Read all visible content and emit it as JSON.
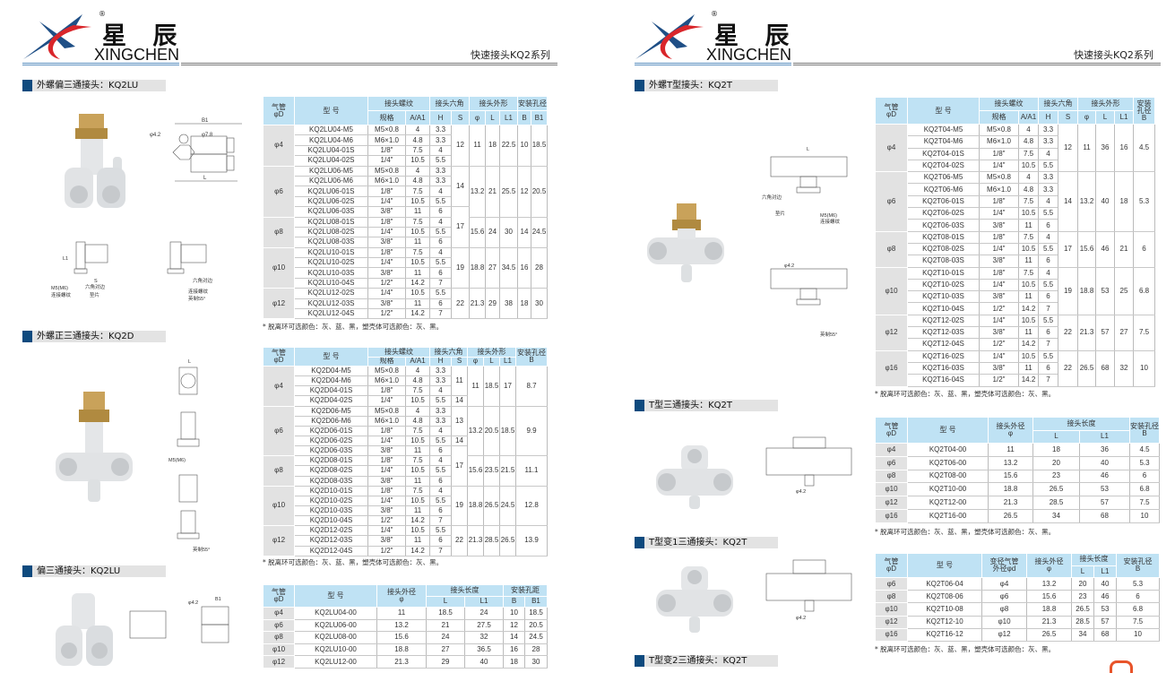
{
  "logo": {
    "cn": "星 辰",
    "en": "XINGCHEN",
    "reg": "®"
  },
  "header": {
    "series": "快速接头KQ2系列"
  },
  "sections": {
    "s1": "外螺偏三通接头：KQ2LU",
    "s2": "外螺正三通接头：KQ2D",
    "s3": "偏三通接头：KQ2LU",
    "s4": "外螺T型接头：KQ2T",
    "s5": "T型三通接头：KQ2T",
    "s6": "T型变1三通接头：KQ2T",
    "s7": "T型变2三通接头：KQ2T"
  },
  "note": "* 脱离环可选颜色：灰、蓝、黑，塑壳体可选颜色：灰、黑。",
  "drawing_labels": {
    "b1": "B1",
    "b": "B",
    "phi42": "φ4.2",
    "phi78": "φ7.8",
    "l": "L",
    "l1": "L1",
    "d": "φD",
    "s": "S",
    "hex": "六角对边",
    "m5": "M5(M6)",
    "thread": "连接螺纹",
    "washer": "垫片",
    "inch": "英制55°",
    "a": "A",
    "h": "H"
  },
  "tables": [
    {
      "id": "kq2lu-threaded",
      "head": [
        [
          {
            "t": "气管\nφD",
            "rs": 2
          },
          {
            "t": "型 号",
            "rs": 2
          },
          {
            "t": "接头螺纹",
            "cs": 2
          },
          {
            "t": "接头六角",
            "cs": 2
          },
          {
            "t": "接头外形",
            "cs": 3
          },
          {
            "t": "安装孔径",
            "cs": 2
          }
        ],
        [
          "规格",
          "A/A1",
          "H",
          "S",
          "φ",
          "L",
          "L1",
          "B",
          "B1"
        ]
      ],
      "body": [
        [
          {
            "t": "φ4",
            "rs": 4
          },
          "KQ2LU04-M5",
          "M5×0.8",
          "4",
          "3.3",
          {
            "t": "12",
            "rs": 4
          },
          {
            "t": "11",
            "rs": 4
          },
          {
            "t": "18",
            "rs": 4
          },
          {
            "t": "22.5",
            "rs": 4
          },
          {
            "t": "10",
            "rs": 4
          },
          {
            "t": "18.5",
            "rs": 4
          }
        ],
        [
          "KQ2LU04-M6",
          "M6×1.0",
          "4.8",
          "3.3"
        ],
        [
          "KQ2LU04-01S",
          "1/8\"",
          "7.5",
          "4"
        ],
        [
          "KQ2LU04-02S",
          "1/4\"",
          "10.5",
          "5.5"
        ],
        [
          {
            "t": "φ6",
            "rs": 5
          },
          "KQ2LU06-M5",
          "M5×0.8",
          "4",
          "3.3",
          {
            "t": "14",
            "rs": 4
          },
          {
            "t": "13.2",
            "rs": 5
          },
          {
            "t": "21",
            "rs": 5
          },
          {
            "t": "25.5",
            "rs": 5
          },
          {
            "t": "12",
            "rs": 5
          },
          {
            "t": "20.5",
            "rs": 5
          }
        ],
        [
          "KQ2LU06-M6",
          "M6×1.0",
          "4.8",
          "3.3"
        ],
        [
          "KQ2LU06-01S",
          "1/8\"",
          "7.5",
          "4"
        ],
        [
          "KQ2LU06-02S",
          "1/4\"",
          "10.5",
          "5.5"
        ],
        [
          "KQ2LU06-03S",
          "3/8\"",
          "11",
          "6",
          {
            "t": "17",
            "rs": 4
          }
        ],
        [
          {
            "t": "φ8",
            "rs": 3
          },
          "KQ2LU08-01S",
          "1/8\"",
          "7.5",
          "4",
          {
            "t": "15.6",
            "rs": 3
          },
          {
            "t": "24",
            "rs": 3
          },
          {
            "t": "30",
            "rs": 3
          },
          {
            "t": "14",
            "rs": 3
          },
          {
            "t": "24.5",
            "rs": 3
          }
        ],
        [
          "KQ2LU08-02S",
          "1/4\"",
          "10.5",
          "5.5"
        ],
        [
          "KQ2LU08-03S",
          "3/8\"",
          "11",
          "6"
        ],
        [
          {
            "t": "φ10",
            "rs": 4
          },
          "KQ2LU10-01S",
          "1/8\"",
          "7.5",
          "4",
          {
            "t": "19",
            "rs": 4
          },
          {
            "t": "18.8",
            "rs": 4
          },
          {
            "t": "27",
            "rs": 4
          },
          {
            "t": "34.5",
            "rs": 4
          },
          {
            "t": "16",
            "rs": 4
          },
          {
            "t": "28",
            "rs": 4
          }
        ],
        [
          "KQ2LU10-02S",
          "1/4\"",
          "10.5",
          "5.5"
        ],
        [
          "KQ2LU10-03S",
          "3/8\"",
          "11",
          "6"
        ],
        [
          "KQ2LU10-04S",
          "1/2\"",
          "14.2",
          "7"
        ],
        [
          {
            "t": "φ12",
            "rs": 3
          },
          "KQ2LU12-02S",
          "1/4\"",
          "10.5",
          "5.5",
          {
            "t": "22",
            "rs": 3
          },
          {
            "t": "21.3",
            "rs": 3
          },
          {
            "t": "29",
            "rs": 3
          },
          {
            "t": "38",
            "rs": 3
          },
          {
            "t": "18",
            "rs": 3
          },
          {
            "t": "30",
            "rs": 3
          }
        ],
        [
          "KQ2LU12-03S",
          "3/8\"",
          "11",
          "6"
        ],
        [
          "KQ2LU12-04S",
          "1/2\"",
          "14.2",
          "7"
        ]
      ]
    },
    {
      "id": "kq2d-threaded",
      "head": [
        [
          {
            "t": "气管\nφD",
            "rs": 2
          },
          {
            "t": "型 号",
            "rs": 2
          },
          {
            "t": "接头螺纹",
            "cs": 2
          },
          {
            "t": "接头六角",
            "cs": 2
          },
          {
            "t": "接头外形",
            "cs": 3
          },
          {
            "t": "安装孔径\nB",
            "rs": 2
          }
        ],
        [
          "规格",
          "A/A1",
          "H",
          "S",
          "φ",
          "L",
          "L1"
        ]
      ],
      "body": [
        [
          {
            "t": "φ4",
            "rs": 4
          },
          "KQ2D04-M5",
          "M5×0.8",
          "4",
          "3.3",
          {
            "t": "11",
            "rs": 3
          },
          {
            "t": "11",
            "rs": 4
          },
          {
            "t": "18.5",
            "rs": 4
          },
          {
            "t": "17",
            "rs": 4
          },
          {
            "t": "8.7",
            "rs": 4
          }
        ],
        [
          "KQ2D04-M6",
          "M6×1.0",
          "4.8",
          "3.3"
        ],
        [
          "KQ2D04-01S",
          "1/8\"",
          "7.5",
          "4"
        ],
        [
          "KQ2D04-02S",
          "1/4\"",
          "10.5",
          "5.5",
          "14"
        ],
        [
          {
            "t": "φ6",
            "rs": 5
          },
          "KQ2D06-M5",
          "M5×0.8",
          "4",
          "3.3",
          {
            "t": "13",
            "rs": 3
          },
          {
            "t": "13.2",
            "rs": 5
          },
          {
            "t": "20.5",
            "rs": 5
          },
          {
            "t": "18.5",
            "rs": 5
          },
          {
            "t": "9.9",
            "rs": 5
          }
        ],
        [
          "KQ2D06-M6",
          "M6×1.0",
          "4.8",
          "3.3"
        ],
        [
          "KQ2D06-01S",
          "1/8\"",
          "7.5",
          "4"
        ],
        [
          "KQ2D06-02S",
          "1/4\"",
          "10.5",
          "5.5",
          "14"
        ],
        [
          "KQ2D06-03S",
          "3/8\"",
          "11",
          "6",
          {
            "t": "17",
            "rs": 4
          }
        ],
        [
          {
            "t": "φ8",
            "rs": 3
          },
          "KQ2D08-01S",
          "1/8\"",
          "7.5",
          "4",
          {
            "t": "15.6",
            "rs": 3
          },
          {
            "t": "23.5",
            "rs": 3
          },
          {
            "t": "21.5",
            "rs": 3
          },
          {
            "t": "11.1",
            "rs": 3
          }
        ],
        [
          "KQ2D08-02S",
          "1/4\"",
          "10.5",
          "5.5"
        ],
        [
          "KQ2D08-03S",
          "3/8\"",
          "11",
          "6"
        ],
        [
          {
            "t": "φ10",
            "rs": 4
          },
          "KQ2D10-01S",
          "1/8\"",
          "7.5",
          "4",
          {
            "t": "19",
            "rs": 4
          },
          {
            "t": "18.8",
            "rs": 4
          },
          {
            "t": "26.5",
            "rs": 4
          },
          {
            "t": "24.5",
            "rs": 4
          },
          {
            "t": "12.8",
            "rs": 4
          }
        ],
        [
          "KQ2D10-02S",
          "1/4\"",
          "10.5",
          "5.5"
        ],
        [
          "KQ2D10-03S",
          "3/8\"",
          "11",
          "6"
        ],
        [
          "KQ2D10-04S",
          "1/2\"",
          "14.2",
          "7"
        ],
        [
          {
            "t": "φ12",
            "rs": 3
          },
          "KQ2D12-02S",
          "1/4\"",
          "10.5",
          "5.5",
          {
            "t": "22",
            "rs": 3
          },
          {
            "t": "21.3",
            "rs": 3
          },
          {
            "t": "28.5",
            "rs": 3
          },
          {
            "t": "26.5",
            "rs": 3
          },
          {
            "t": "13.9",
            "rs": 3
          }
        ],
        [
          "KQ2D12-03S",
          "3/8\"",
          "11",
          "6"
        ],
        [
          "KQ2D12-04S",
          "1/2\"",
          "14.2",
          "7"
        ]
      ]
    },
    {
      "id": "kq2lu-plain",
      "head": [
        [
          {
            "t": "气管\nφD",
            "rs": 2
          },
          {
            "t": "型 号",
            "rs": 2
          },
          {
            "t": "接头外径\nφ",
            "rs": 2
          },
          {
            "t": "接头长度",
            "cs": 2
          },
          {
            "t": "安装孔距",
            "cs": 2
          }
        ],
        [
          "L",
          "L1",
          "B",
          "B1"
        ]
      ],
      "body": [
        [
          {
            "t": "φ4"
          },
          "KQ2LU04-00",
          "11",
          "18.5",
          "24",
          "10",
          "18.5"
        ],
        [
          {
            "t": "φ6"
          },
          "KQ2LU06-00",
          "13.2",
          "21",
          "27.5",
          "12",
          "20.5"
        ],
        [
          {
            "t": "φ8"
          },
          "KQ2LU08-00",
          "15.6",
          "24",
          "32",
          "14",
          "24.5"
        ],
        [
          {
            "t": "φ10"
          },
          "KQ2LU10-00",
          "18.8",
          "27",
          "36.5",
          "16",
          "28"
        ],
        [
          {
            "t": "φ12"
          },
          "KQ2LU12-00",
          "21.3",
          "29",
          "40",
          "18",
          "30"
        ]
      ]
    },
    {
      "id": "kq2t-threaded",
      "head": [
        [
          {
            "t": "气管\nφD",
            "rs": 2
          },
          {
            "t": "型 号",
            "rs": 2
          },
          {
            "t": "接头螺纹",
            "cs": 2
          },
          {
            "t": "接头六角",
            "cs": 2
          },
          {
            "t": "接头外形",
            "cs": 3
          },
          {
            "t": "安装\n孔径\nB",
            "rs": 2
          }
        ],
        [
          "规格",
          "A/A1",
          "H",
          "S",
          "φ",
          "L",
          "L1"
        ]
      ],
      "body": [
        [
          {
            "t": "φ4",
            "rs": 4
          },
          "KQ2T04-M5",
          "M5×0.8",
          "4",
          "3.3",
          {
            "t": "12",
            "rs": 4
          },
          {
            "t": "11",
            "rs": 4
          },
          {
            "t": "36",
            "rs": 4
          },
          {
            "t": "16",
            "rs": 4
          },
          {
            "t": "4.5",
            "rs": 4
          }
        ],
        [
          "KQ2T04-M6",
          "M6×1.0",
          "4.8",
          "3.3"
        ],
        [
          "KQ2T04-01S",
          "1/8\"",
          "7.5",
          "4"
        ],
        [
          "KQ2T04-02S",
          "1/4\"",
          "10.5",
          "5.5"
        ],
        [
          {
            "t": "φ6",
            "rs": 5
          },
          "KQ2T06-M5",
          "M5×0.8",
          "4",
          "3.3",
          {
            "t": "14",
            "rs": 5
          },
          {
            "t": "13.2",
            "rs": 5
          },
          {
            "t": "40",
            "rs": 5
          },
          {
            "t": "18",
            "rs": 5
          },
          {
            "t": "5.3",
            "rs": 5
          }
        ],
        [
          "KQ2T06-M6",
          "M6×1.0",
          "4.8",
          "3.3"
        ],
        [
          "KQ2T06-01S",
          "1/8\"",
          "7.5",
          "4"
        ],
        [
          "KQ2T06-02S",
          "1/4\"",
          "10.5",
          "5.5"
        ],
        [
          "KQ2T06-03S",
          "3/8\"",
          "11",
          "6"
        ],
        [
          {
            "t": "φ8",
            "rs": 3
          },
          "KQ2T08-01S",
          "1/8\"",
          "7.5",
          "4",
          {
            "t": "17",
            "rs": 3
          },
          {
            "t": "15.6",
            "rs": 3
          },
          {
            "t": "46",
            "rs": 3
          },
          {
            "t": "21",
            "rs": 3
          },
          {
            "t": "6",
            "rs": 3
          }
        ],
        [
          "KQ2T08-02S",
          "1/4\"",
          "10.5",
          "5.5"
        ],
        [
          "KQ2T08-03S",
          "3/8\"",
          "11",
          "6"
        ],
        [
          {
            "t": "φ10",
            "rs": 4
          },
          "KQ2T10-01S",
          "1/8\"",
          "7.5",
          "4",
          {
            "t": "19",
            "rs": 4
          },
          {
            "t": "18.8",
            "rs": 4
          },
          {
            "t": "53",
            "rs": 4
          },
          {
            "t": "25",
            "rs": 4
          },
          {
            "t": "6.8",
            "rs": 4
          }
        ],
        [
          "KQ2T10-02S",
          "1/4\"",
          "10.5",
          "5.5"
        ],
        [
          "KQ2T10-03S",
          "3/8\"",
          "11",
          "6"
        ],
        [
          "KQ2T10-04S",
          "1/2\"",
          "14.2",
          "7"
        ],
        [
          {
            "t": "φ12",
            "rs": 3
          },
          "KQ2T12-02S",
          "1/4\"",
          "10.5",
          "5.5",
          {
            "t": "22",
            "rs": 3
          },
          {
            "t": "21.3",
            "rs": 3
          },
          {
            "t": "57",
            "rs": 3
          },
          {
            "t": "27",
            "rs": 3
          },
          {
            "t": "7.5",
            "rs": 3
          }
        ],
        [
          "KQ2T12-03S",
          "3/8\"",
          "11",
          "6"
        ],
        [
          "KQ2T12-04S",
          "1/2\"",
          "14.2",
          "7"
        ],
        [
          {
            "t": "φ16",
            "rs": 3
          },
          "KQ2T16-02S",
          "1/4\"",
          "10.5",
          "5.5",
          {
            "t": "22",
            "rs": 3
          },
          {
            "t": "26.5",
            "rs": 3
          },
          {
            "t": "68",
            "rs": 3
          },
          {
            "t": "32",
            "rs": 3
          },
          {
            "t": "10",
            "rs": 3
          }
        ],
        [
          "KQ2T16-03S",
          "3/8\"",
          "11",
          "6"
        ],
        [
          "KQ2T16-04S",
          "1/2\"",
          "14.2",
          "7"
        ]
      ]
    },
    {
      "id": "kq2t-plain",
      "head": [
        [
          {
            "t": "气管\nφD",
            "rs": 2
          },
          {
            "t": "型 号",
            "rs": 2
          },
          {
            "t": "接头外径\nφ",
            "rs": 2
          },
          {
            "t": "接头长度",
            "cs": 2
          },
          {
            "t": "安装孔径\nB",
            "rs": 2
          }
        ],
        [
          "L",
          "L1"
        ]
      ],
      "body": [
        [
          {
            "t": "φ4"
          },
          "KQ2T04-00",
          "11",
          "18",
          "36",
          "4.5"
        ],
        [
          {
            "t": "φ6"
          },
          "KQ2T06-00",
          "13.2",
          "20",
          "40",
          "5.3"
        ],
        [
          {
            "t": "φ8"
          },
          "KQ2T08-00",
          "15.6",
          "23",
          "46",
          "6"
        ],
        [
          {
            "t": "φ10"
          },
          "KQ2T10-00",
          "18.8",
          "26.5",
          "53",
          "6.8"
        ],
        [
          {
            "t": "φ12"
          },
          "KQ2T12-00",
          "21.3",
          "28.5",
          "57",
          "7.5"
        ],
        [
          {
            "t": "φ16"
          },
          "KQ2T16-00",
          "26.5",
          "34",
          "68",
          "10"
        ]
      ]
    },
    {
      "id": "kq2t-reducer1",
      "head": [
        [
          {
            "t": "气管\nφD",
            "rs": 2
          },
          {
            "t": "型 号",
            "rs": 2
          },
          {
            "t": "变径气管\n外径φd",
            "rs": 2
          },
          {
            "t": "接头外径\nφ",
            "rs": 2
          },
          {
            "t": "接头长度",
            "cs": 2
          },
          {
            "t": "安装孔径\nB",
            "rs": 2
          }
        ],
        [
          "L",
          "L1"
        ]
      ],
      "body": [
        [
          {
            "t": "φ6"
          },
          "KQ2T06-04",
          "φ4",
          "13.2",
          "20",
          "40",
          "5.3"
        ],
        [
          {
            "t": "φ8"
          },
          "KQ2T08-06",
          "φ6",
          "15.6",
          "23",
          "46",
          "6"
        ],
        [
          {
            "t": "φ10"
          },
          "KQ2T10-08",
          "φ8",
          "18.8",
          "26.5",
          "53",
          "6.8"
        ],
        [
          {
            "t": "φ12"
          },
          "KQ2T12-10",
          "φ10",
          "21.3",
          "28.5",
          "57",
          "7.5"
        ],
        [
          {
            "t": "φ16"
          },
          "KQ2T16-12",
          "φ12",
          "26.5",
          "34",
          "68",
          "10"
        ]
      ]
    }
  ]
}
